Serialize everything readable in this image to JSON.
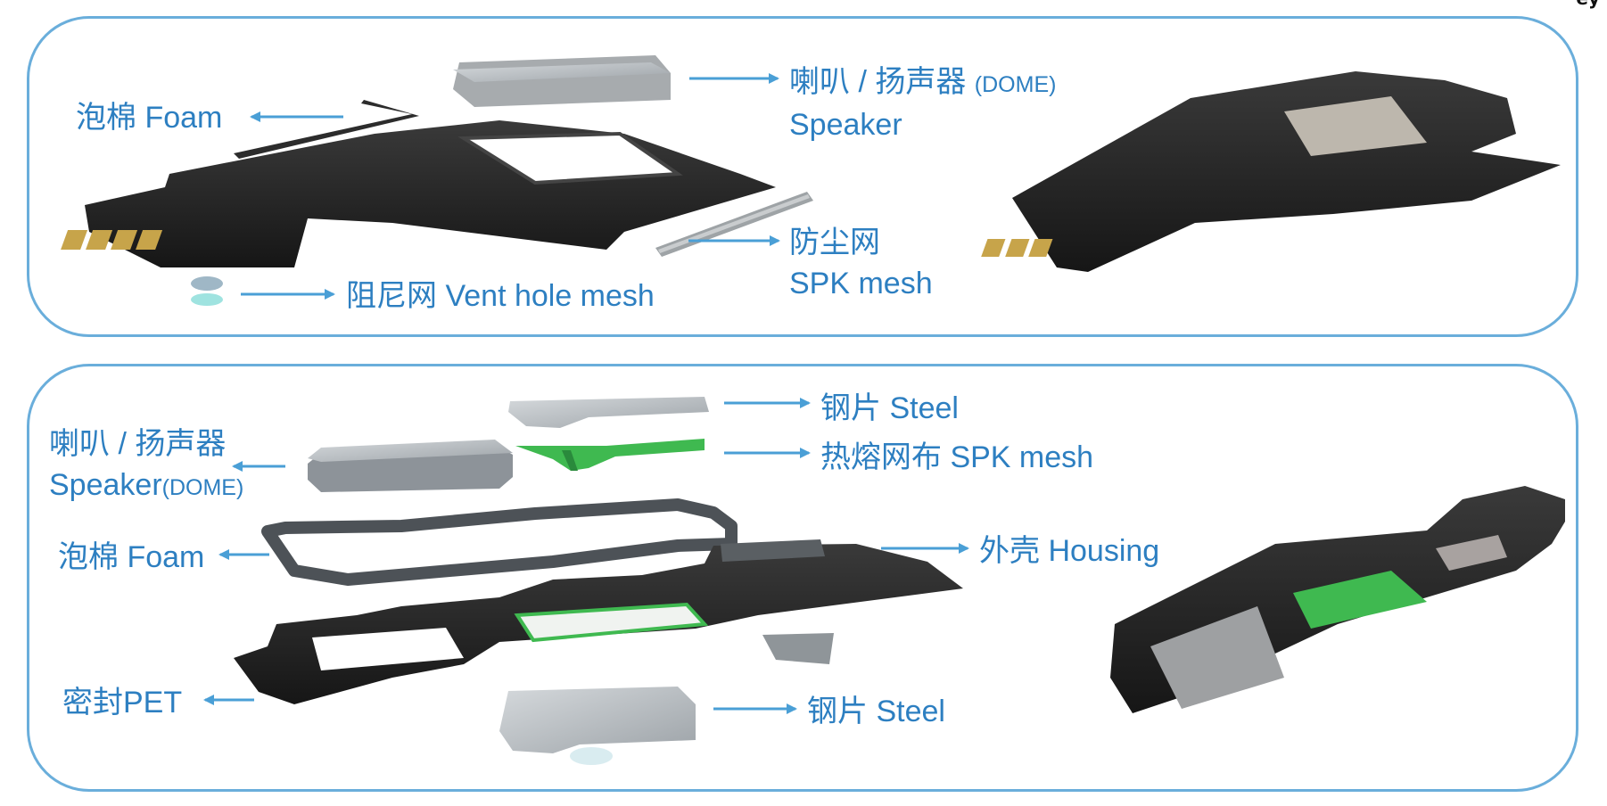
{
  "corner_mark": "ey",
  "top": {
    "foam": "泡棉 Foam",
    "speaker_cn": "喇叭 / 扬声器",
    "speaker_dome": "(DOME)",
    "speaker_en": "Speaker",
    "dust_cn": "防尘网",
    "dust_en": "SPK mesh",
    "vent": "阻尼网 Vent hole mesh"
  },
  "bottom": {
    "steel_top": "钢片 Steel",
    "mesh": "热熔网布 SPK mesh",
    "speaker_cn": "喇叭 / 扬声器",
    "speaker_en": "Speaker",
    "speaker_dome": "(DOME)",
    "foam": "泡棉 Foam",
    "housing": "外壳 Housing",
    "pet": "密封PET",
    "steel_bottom": "钢片 Steel"
  },
  "colors": {
    "accent": "#2d7fc1",
    "arrow": "#4a9fd6",
    "border": "#6aaedb",
    "housing": "#262626",
    "mesh_green": "#3fb950"
  }
}
